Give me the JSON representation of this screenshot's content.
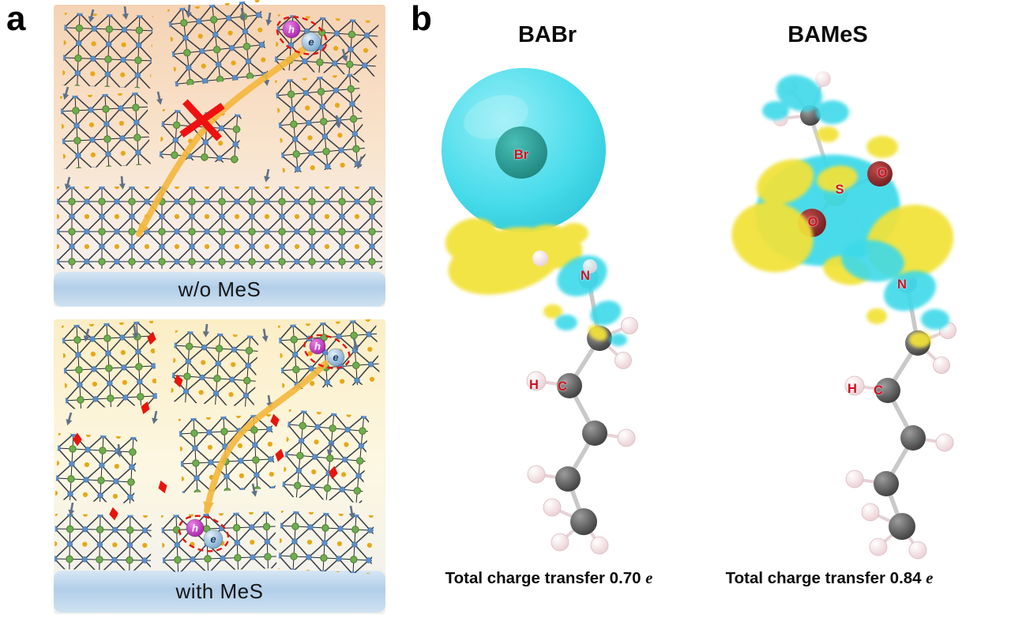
{
  "figure": {
    "panel_a": {
      "label": "a",
      "without_mes_caption": "w/o MeS",
      "with_mes_caption": "with MeS",
      "hole": "h",
      "electron": "e"
    },
    "panel_b": {
      "label": "b",
      "molecules": [
        {
          "title": "BABr",
          "caption": "Total charge transfer 0.70",
          "caption_unit": "e",
          "atoms": {
            "br": "Br",
            "n": "N",
            "h": "H",
            "c": "C"
          }
        },
        {
          "title": "BAMeS",
          "caption": "Total charge transfer 0.84",
          "caption_unit": "e",
          "atoms": {
            "s": "S",
            "o_left": "O",
            "o_right": "O",
            "n": "N",
            "h": "H",
            "c": "C"
          }
        }
      ]
    },
    "colors": {
      "isosurface_cyan": "#3ed9e9",
      "isosurface_yellow": "#f2e238",
      "mes_molecule_red": "#e8150c",
      "transport_path_yellow": "#f3b73c",
      "blocked_cross_red": "#ee1111",
      "octahedron_center_green": "#6fae4e",
      "a_site_cation_orange": "#e6a817",
      "halide_vertex_blue": "#5b8fc9",
      "substrate_strip_blue": "#aecbe6",
      "hole_magenta": "#c02ec0",
      "electron_blue": "#7aa7cc"
    }
  }
}
